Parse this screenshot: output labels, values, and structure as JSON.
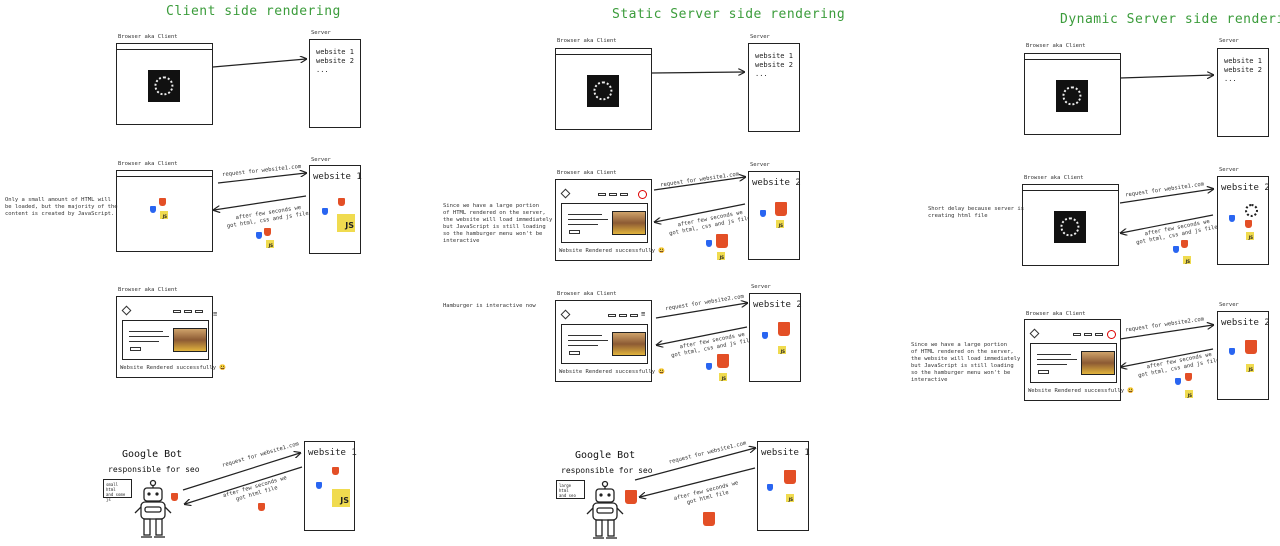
{
  "titles": {
    "csr": "Client side rendering",
    "ssr": "Static Server side rendering",
    "dsr": "Dynamic Server side rendering"
  },
  "labels": {
    "browser": "Browser aka Client",
    "server": "Server"
  },
  "server_list": "website 1\nwebsite 2\n...",
  "server_names": {
    "w1": "website 1",
    "w2": "website 2"
  },
  "arrows": {
    "req_w1": "request for website1.com",
    "req_w2": "request for website2.com",
    "resp_html_css_js": "after few seconds we\ngot html, css and js files",
    "resp_html": "after few seconds we\ngot html file"
  },
  "notes": {
    "csr_small_html": "Only a small amount of HTML will\nbe loaded, but the majority of the\ncontent is created by JavaScript.",
    "ssr_large_portion": "Since we have a large portion\nof HTML rendered on the server,\nthe website will load immediately\nbut JavaScript is still loading\nso the hamburger menu won't be\ninteractive",
    "ssr_hamburger": "Hamburger is interactive now",
    "dsr_delay": "Short delay because server is\ncreating html file",
    "dsr_large_portion": "Since we have a large portion\nof HTML rendered on the server,\nthe website will load immediately\nbut JavaScript is still loading\nso the hamburger menu won't be\ninteractive"
  },
  "rendered": "Website Rendered successfully 😃",
  "bot": {
    "title": "Google Bot",
    "subtitle": "responsible for seo",
    "csr_bubble": "small html\nand some js",
    "ssr_bubble": "large html\nand seo"
  },
  "icons": {
    "js": "JS",
    "html": "HTML",
    "spinner": "loading-spinner-icon",
    "css": "css3-icon"
  },
  "colors": {
    "title_green": "#3b9c3b",
    "html_orange": "#e34f26",
    "css_blue": "#2965f1",
    "js_yellow": "#f0db4f"
  }
}
